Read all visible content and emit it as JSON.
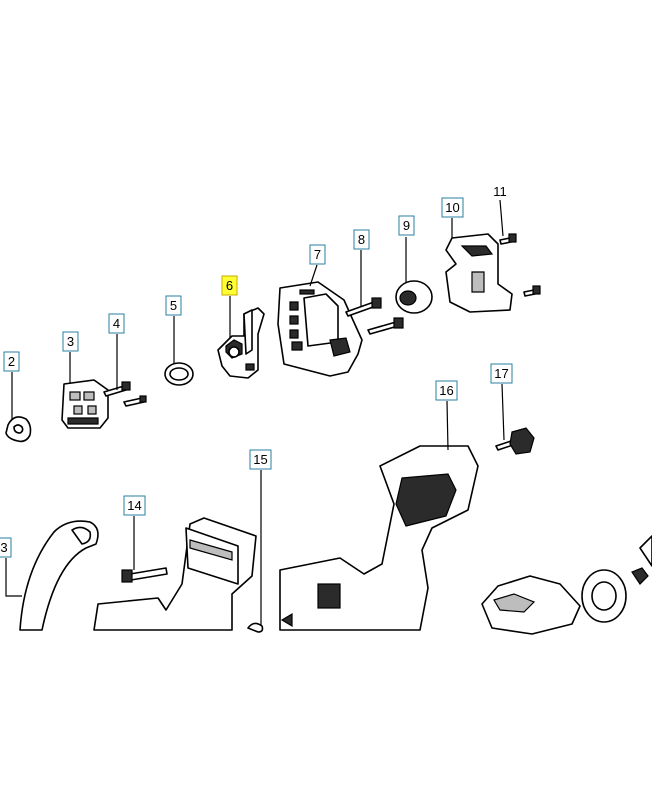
{
  "callouts": [
    {
      "id": "2",
      "label": "2",
      "highlight": false
    },
    {
      "id": "3a",
      "label": "3",
      "highlight": false
    },
    {
      "id": "4",
      "label": "4",
      "highlight": false
    },
    {
      "id": "5",
      "label": "5",
      "highlight": false
    },
    {
      "id": "6",
      "label": "6",
      "highlight": true
    },
    {
      "id": "7",
      "label": "7",
      "highlight": false
    },
    {
      "id": "8",
      "label": "8",
      "highlight": false
    },
    {
      "id": "9",
      "label": "9",
      "highlight": false
    },
    {
      "id": "10",
      "label": "10",
      "highlight": false
    },
    {
      "id": "11",
      "label": "11",
      "highlight": false
    },
    {
      "id": "16",
      "label": "16",
      "highlight": false
    },
    {
      "id": "17",
      "label": "17",
      "highlight": false
    },
    {
      "id": "15",
      "label": "15",
      "highlight": false
    },
    {
      "id": "14",
      "label": "14",
      "highlight": false
    },
    {
      "id": "3b",
      "label": "3",
      "highlight": false
    }
  ],
  "colors": {
    "highlight": "#ffff33",
    "box_border": "#2a7fa0",
    "line": "#000000"
  }
}
